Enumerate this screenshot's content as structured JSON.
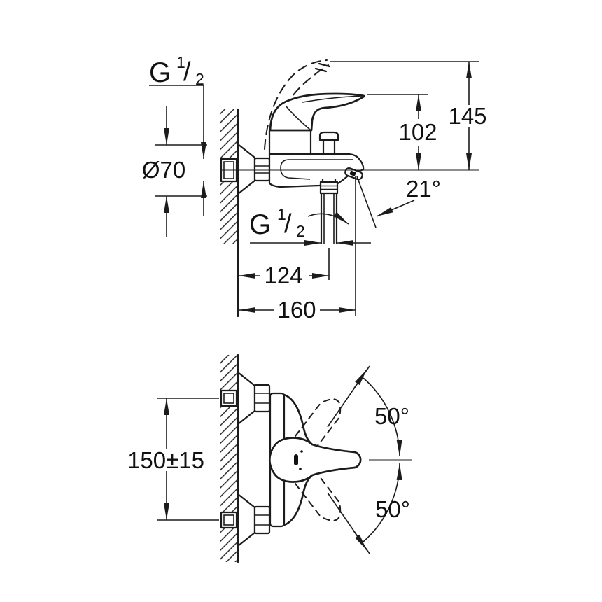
{
  "colors": {
    "background": "#ffffff",
    "line": "#1c1c1c",
    "text": "#111111"
  },
  "side_view": {
    "description": "Side elevation of wall-mounted single-lever bath mixer with installation dimensions",
    "labels": {
      "wall_thread": {
        "base": "G",
        "sup": "1",
        "slash": "/",
        "sub": "2"
      },
      "escutcheon_diameter": "Ø70",
      "handle_height": "102",
      "overall_height": "145",
      "spout_angle": "21°",
      "shower_outlet_thread": {
        "base": "G",
        "sup": "1",
        "slash": "/",
        "sub": "2"
      },
      "wall_to_outlet": "124",
      "wall_to_spout_tip": "160"
    }
  },
  "front_view": {
    "description": "Front view with connection spacing and lever swing angles",
    "labels": {
      "connection_spacing": "150±15",
      "handle_swing_up": "50°",
      "handle_swing_down": "50°"
    }
  }
}
